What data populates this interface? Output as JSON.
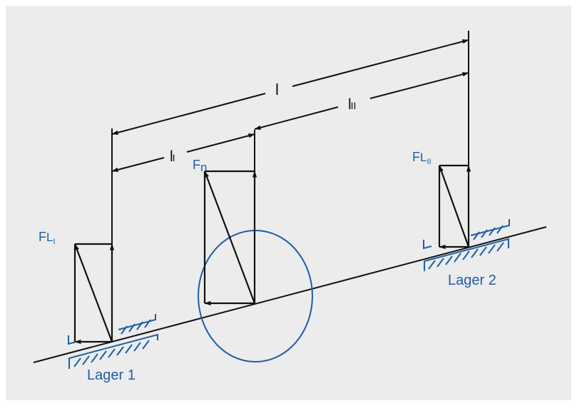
{
  "colors": {
    "background": "#ececec",
    "line": "#111111",
    "accent": "#1f5fa8"
  },
  "dimensions": {
    "total": "l",
    "left_sub": "I",
    "left_span": "l",
    "right_sub": "II",
    "right_span": "l"
  },
  "forces": {
    "normal": {
      "base": "F",
      "sub": "n"
    },
    "bearing1": {
      "base": "F",
      "mid": "L",
      "sub": "I"
    },
    "bearing2": {
      "base": "F",
      "mid": "L",
      "sub": "II"
    }
  },
  "bearings": {
    "bearing1": "Lager 1",
    "bearing2": "Lager 2"
  }
}
